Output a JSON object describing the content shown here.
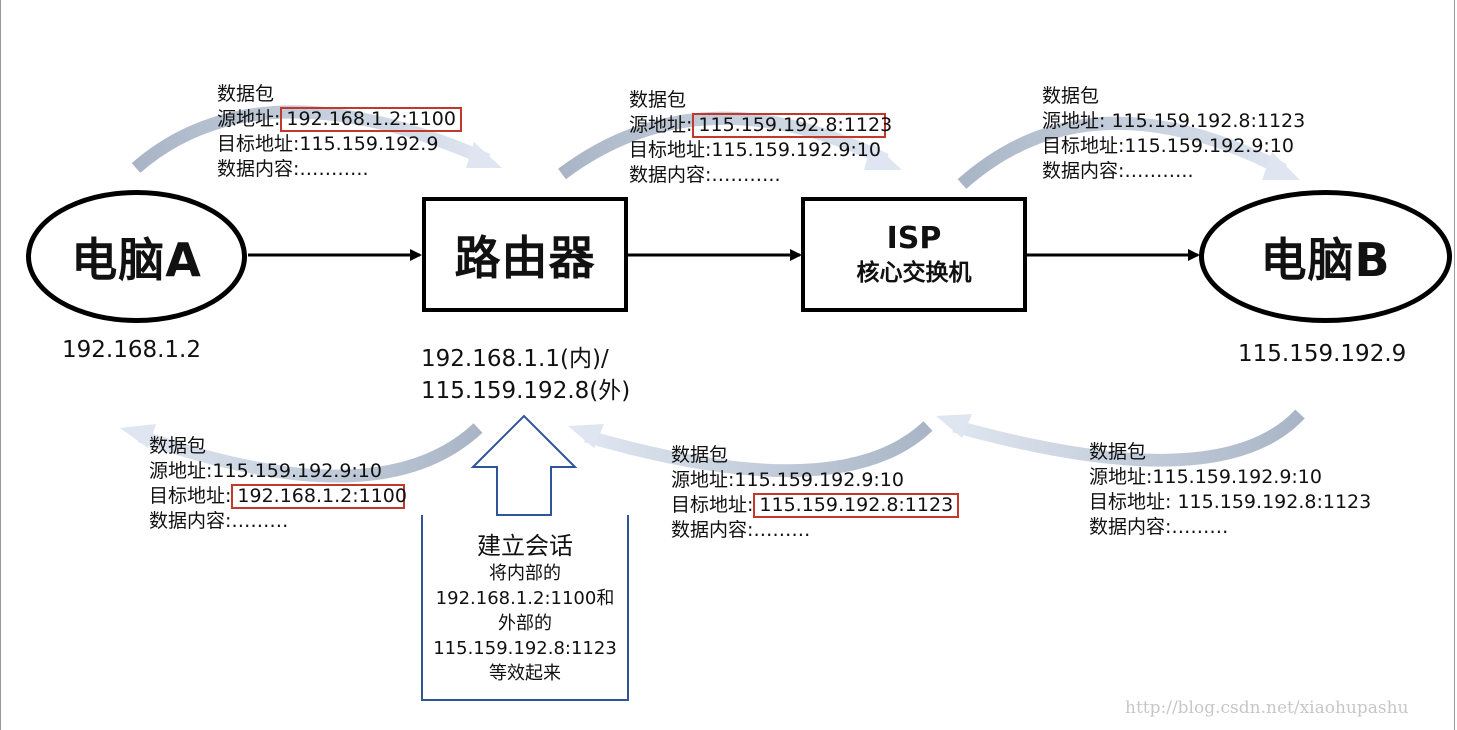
{
  "nodes": {
    "pc_a": {
      "label": "电脑A",
      "ip": "192.168.1.2"
    },
    "router": {
      "label": "路由器",
      "ip_line1": "192.168.1.1(内)/",
      "ip_line2": "115.159.192.8(外)"
    },
    "isp": {
      "line1": "ISP",
      "line2": "核心交换机"
    },
    "pc_b": {
      "label": "电脑B",
      "ip": "115.159.192.9"
    }
  },
  "packets": {
    "top_a_to_router": {
      "title": "数据包",
      "src_label": "源地址:",
      "src": "192.168.1.2:1100",
      "dst_label": "目标地址:",
      "dst": "115.159.192.9",
      "content": "数据内容:……….."
    },
    "top_router_to_isp": {
      "title": "数据包",
      "src_label": "源地址:",
      "src": "115.159.192.8:1123",
      "dst_label": "目标地址:",
      "dst": "115.159.192.9:10",
      "content": "数据内容:……….."
    },
    "top_isp_to_b": {
      "title": "数据包",
      "src_label": "源地址:",
      "src": "115.159.192.8:1123",
      "dst_label": "目标地址:",
      "dst": "115.159.192.9:10",
      "content": "数据内容:……….."
    },
    "bottom_router_to_a": {
      "title": "数据包",
      "src_label": "源地址:",
      "src": "115.159.192.9:10",
      "dst_label": "目标地址:",
      "dst": "192.168.1.2:1100",
      "content": "数据内容:………"
    },
    "bottom_isp_to_router": {
      "title": "数据包",
      "src_label": "源地址:",
      "src": "115.159.192.9:10",
      "dst_label": "目标地址:",
      "dst": "115.159.192.8:1123",
      "content": "数据内容:………"
    },
    "bottom_b_to_isp": {
      "title": "数据包",
      "src_label": "源地址:",
      "src": "115.159.192.9:10",
      "dst_label": "目标地址:",
      "dst": "115.159.192.8:1123",
      "content": "数据内容:………"
    }
  },
  "note": {
    "title": "建立会话",
    "line1": "将内部的",
    "line2": "192.168.1.2:1100和",
    "line3": "外部的",
    "line4": "115.159.192.8:1123",
    "line5": "等效起来"
  },
  "watermark": "http://blog.csdn.net/xiaohupashu",
  "colors": {
    "highlight_box": "#c0392b",
    "flow_arrow": "#b8c4d6",
    "note_border": "#2f5597"
  }
}
